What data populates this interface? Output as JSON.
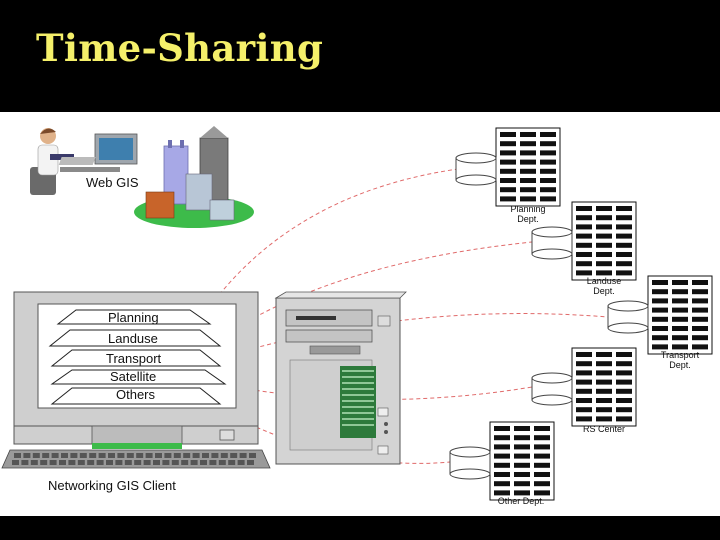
{
  "slide": {
    "title": "Time-Sharing"
  },
  "diagram": {
    "web_gis_label": "Web GIS",
    "client_label": "Networking GIS Client",
    "menu_items": [
      "Planning",
      "Landuse",
      "Transport",
      "Satellite",
      "Others"
    ],
    "nodes": {
      "planning": {
        "line1": "Planning",
        "line2": "Dept."
      },
      "landuse": {
        "line1": "Landuse",
        "line2": "Dept."
      },
      "transport": {
        "line1": "Transport",
        "line2": "Dept."
      },
      "rs_center": {
        "line1": "RS Center"
      },
      "other": {
        "line1": "Other Dept."
      }
    },
    "colors": {
      "title": "#f5f06a",
      "connection_line": "#e06a6a",
      "monitor_gray": "#cfcfcf",
      "green_base": "#3dbb4a",
      "server_green": "#2d7a3b"
    }
  }
}
